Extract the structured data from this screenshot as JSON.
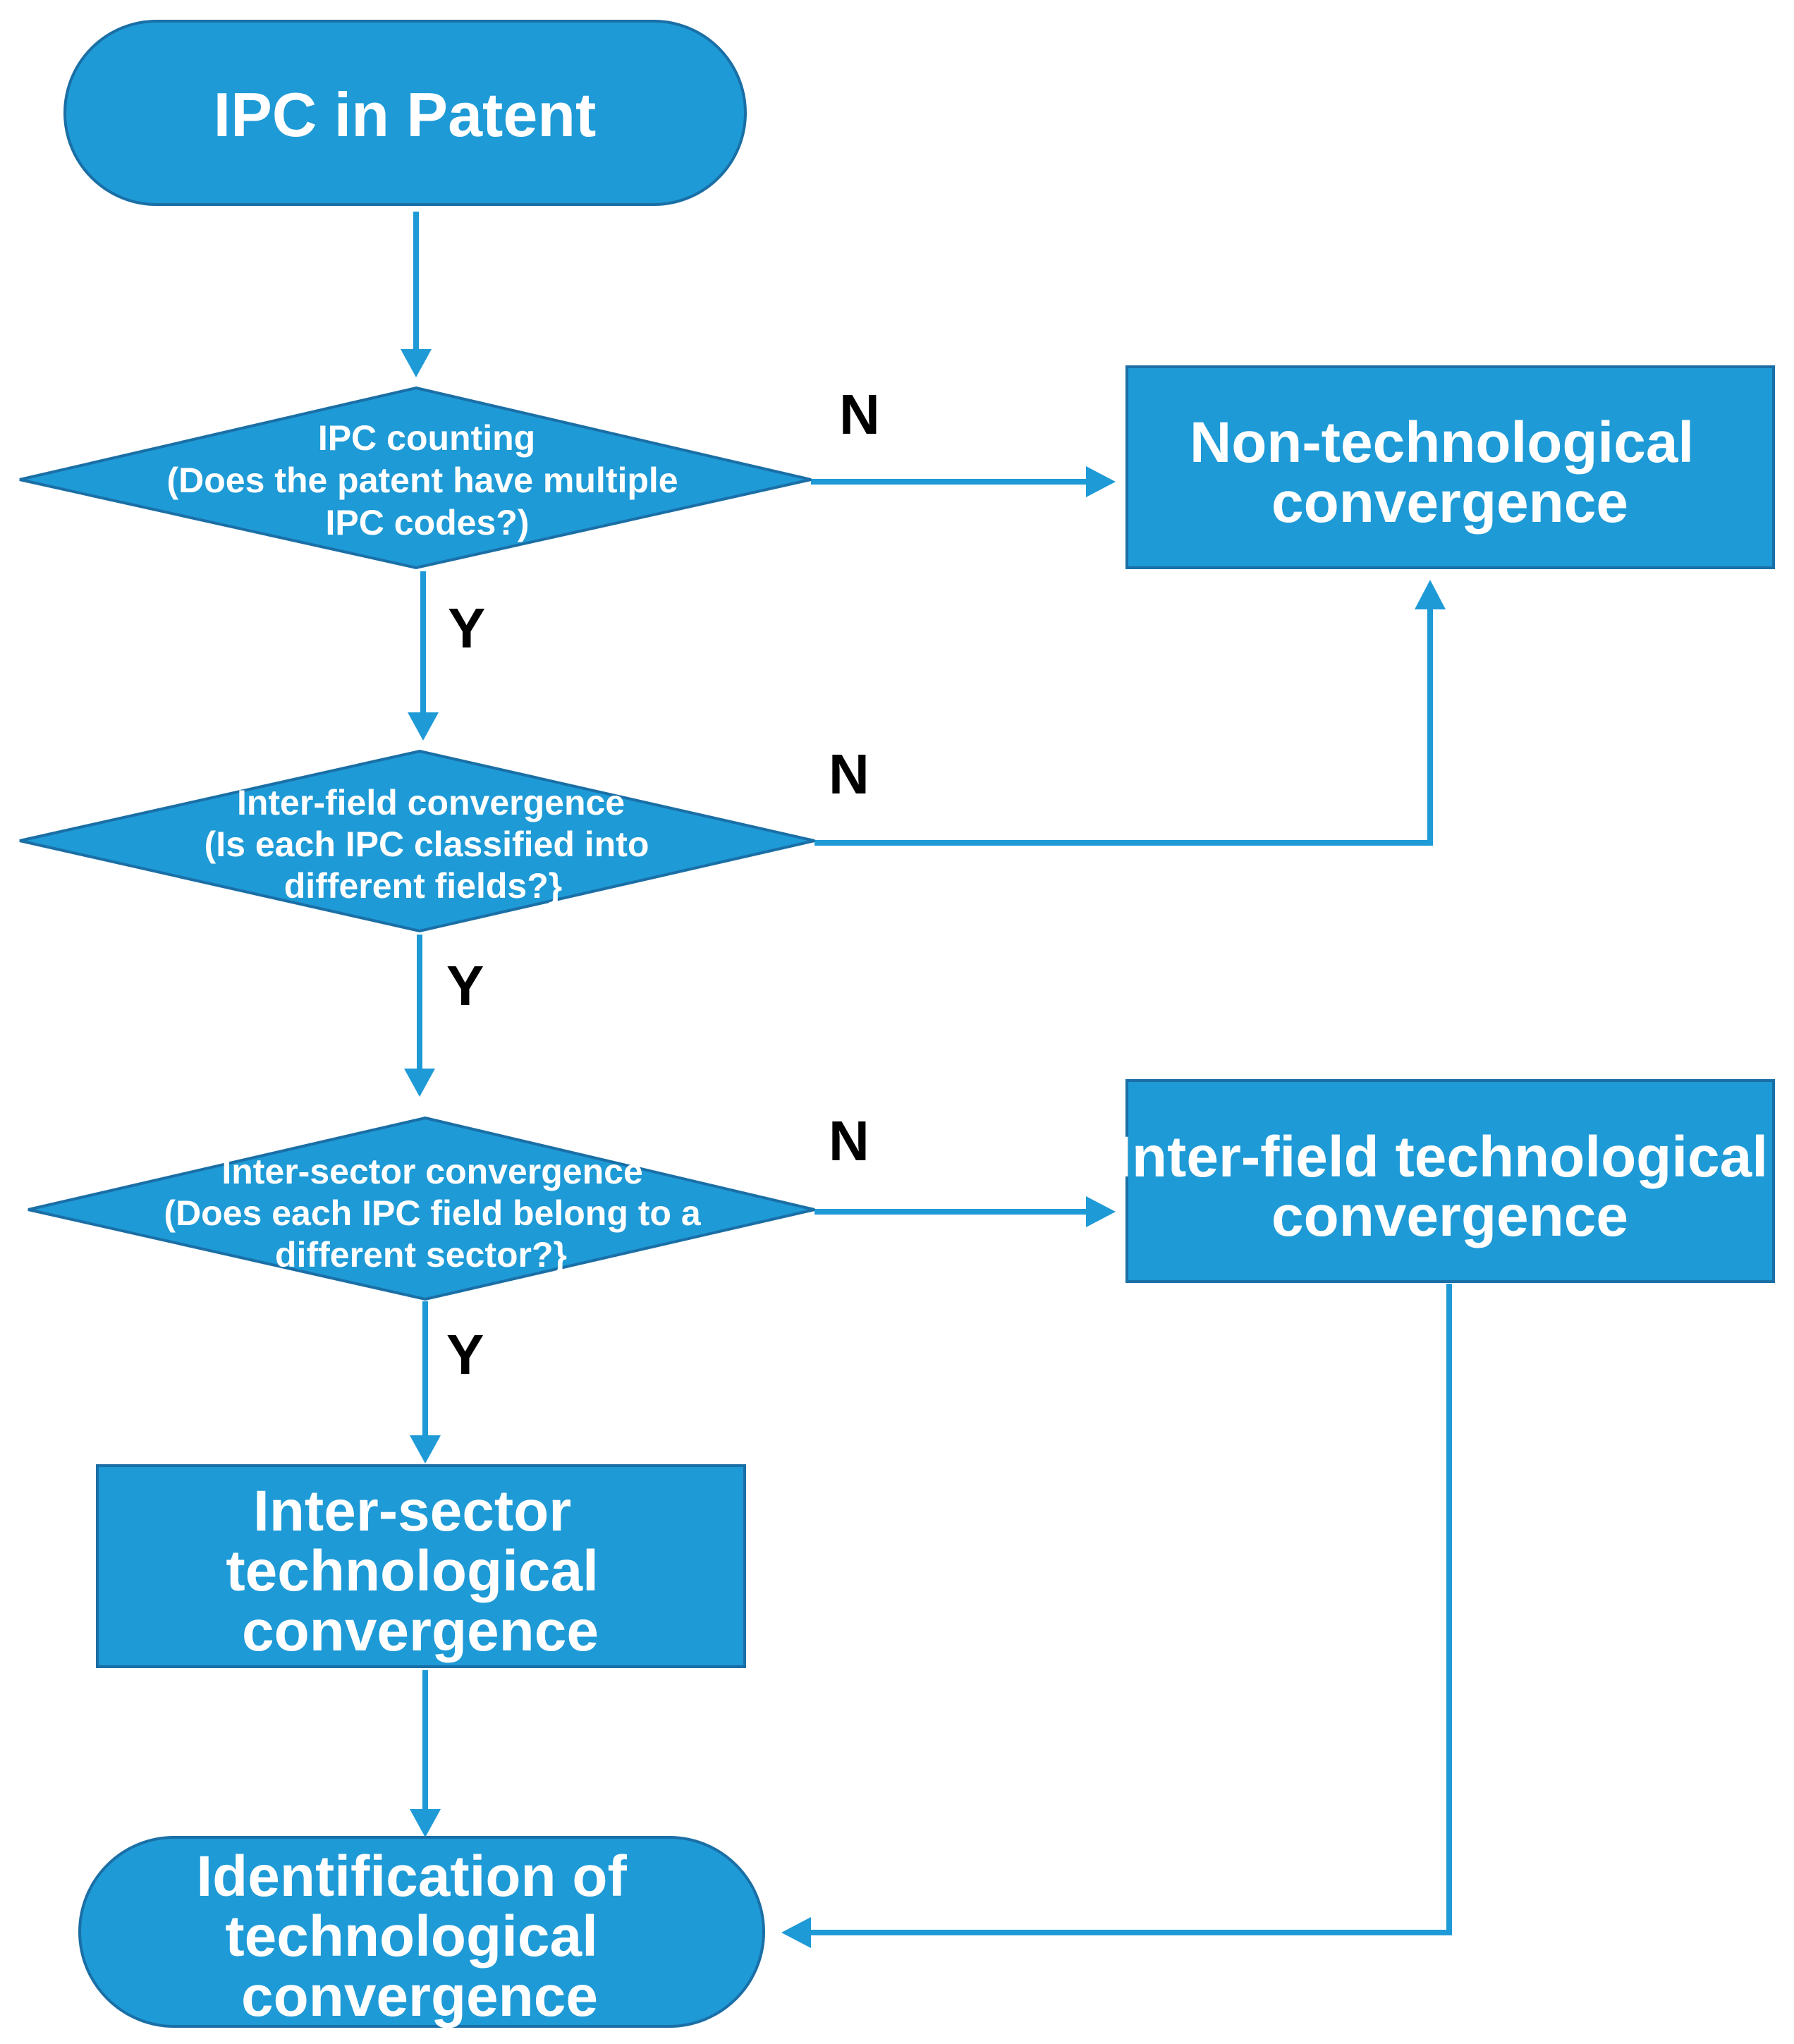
{
  "colors": {
    "node_fill": "#1e9ad6",
    "node_border": "#1a6fa6",
    "arrow": "#1e9ad6",
    "node_text": "#ffffff",
    "label_text": "#000000"
  },
  "nodes": {
    "start": {
      "lines": [
        "IPC in Patent"
      ]
    },
    "decision_ipc_counting": {
      "lines": [
        "IPC counting",
        "(Does the patent have multiple",
        "IPC codes?)"
      ]
    },
    "decision_inter_field": {
      "lines": [
        "Inter-field convergence",
        "(Is each IPC classified into",
        "different fields?}"
      ]
    },
    "decision_inter_sector": {
      "lines": [
        "Inter-sector convergence",
        "(Does each IPC field belong to a",
        "different sector?}"
      ]
    },
    "result_non_tech": {
      "lines": [
        "Non-technological",
        "convergence"
      ]
    },
    "result_inter_field": {
      "lines": [
        "Inter-field technological",
        "convergence"
      ]
    },
    "result_inter_sector": {
      "lines": [
        "Inter-sector",
        "technological",
        "convergence"
      ]
    },
    "end": {
      "lines": [
        "Identification of",
        "technological",
        "convergence"
      ]
    }
  },
  "edge_labels": {
    "ipc_counting_no": "N",
    "ipc_counting_yes": "Y",
    "inter_field_no": "N",
    "inter_field_yes": "Y",
    "inter_sector_no": "N",
    "inter_sector_yes": "Y"
  }
}
